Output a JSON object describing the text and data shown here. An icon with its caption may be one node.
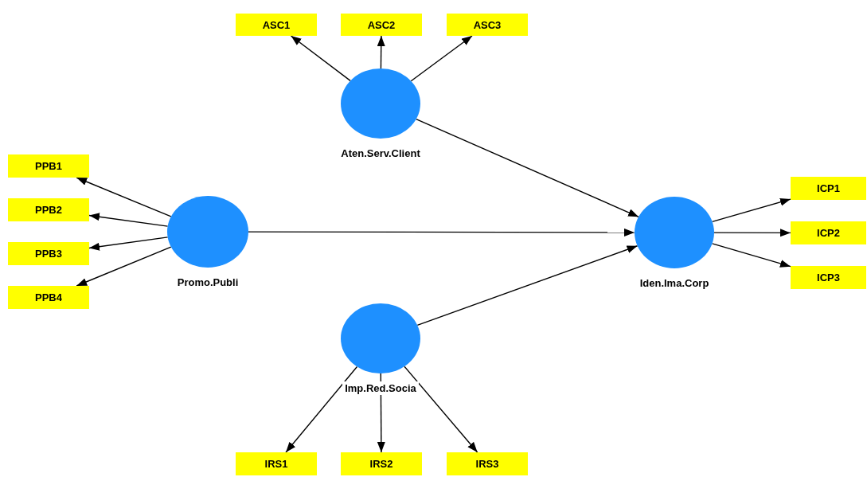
{
  "diagram": {
    "nodes": [
      {
        "text": [
          "ASC1"
        ]
      },
      {
        "text": [
          "ASC2"
        ]
      },
      {
        "text": [
          "ASC3"
        ]
      },
      {
        "text": [
          "Aten.Serv.Client"
        ]
      },
      {
        "text": [
          "PPB1"
        ]
      },
      {
        "text": [
          "PPB2"
        ]
      },
      {
        "text": [
          "PPB3"
        ]
      },
      {
        "text": [
          "PPB4"
        ]
      },
      {
        "text": [
          "Promo.Publi"
        ]
      },
      {
        "text": [
          "Iden.Ima.Corp"
        ]
      },
      {
        "text": [
          "ICP1"
        ]
      },
      {
        "text": [
          "ICP2"
        ]
      },
      {
        "text": [
          "ICP3"
        ]
      },
      {
        "text": [
          "Imp.Red.Socia"
        ]
      },
      {
        "text": [
          "IRS1"
        ]
      },
      {
        "text": [
          "IRS2"
        ]
      },
      {
        "text": [
          "IRS3"
        ]
      }
    ],
    "edges": [
      {
        "from": 3,
        "to": 0,
        "arrow": "to"
      },
      {
        "from": 3,
        "to": 1,
        "arrow": "to"
      },
      {
        "from": 3,
        "to": 2,
        "arrow": "to"
      },
      {
        "from": 8,
        "to": 4,
        "arrow": "to"
      },
      {
        "from": 8,
        "to": 5,
        "arrow": "to"
      },
      {
        "from": 8,
        "to": 6,
        "arrow": "to"
      },
      {
        "from": 8,
        "to": 7,
        "arrow": "to"
      },
      {
        "from": 9,
        "to": 10,
        "arrow": "to"
      },
      {
        "from": 9,
        "to": 11,
        "arrow": "to"
      },
      {
        "from": 9,
        "to": 12,
        "arrow": "to"
      },
      {
        "from": 13,
        "to": 14,
        "arrow": "to"
      },
      {
        "from": 13,
        "to": 15,
        "arrow": "to"
      },
      {
        "from": 13,
        "to": 16,
        "arrow": "to"
      },
      {
        "from": 3,
        "to": 9,
        "arrow": "to"
      },
      {
        "from": 8,
        "to": 9,
        "arrow": "to"
      },
      {
        "from": 13,
        "to": 9,
        "arrow": "to"
      }
    ]
  }
}
